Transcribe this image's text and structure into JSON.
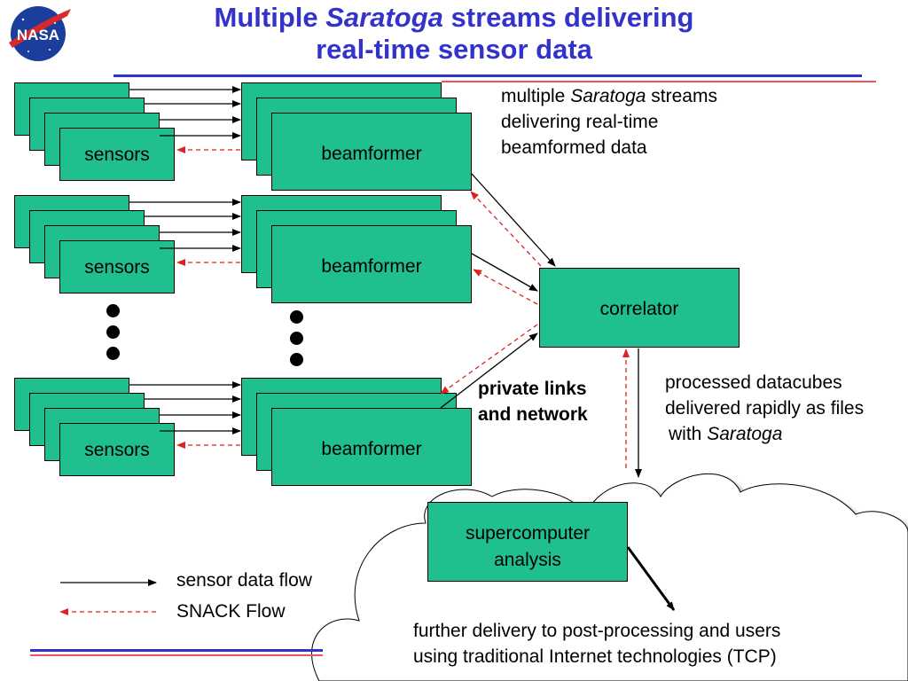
{
  "title": {
    "line1_pre": "Multiple ",
    "line1_italic": "Saratoga",
    "line1_post": " streams delivering",
    "line2": "real-time sensor data"
  },
  "logo": {
    "text": "NASA"
  },
  "groups": [
    {
      "sensor_label": "sensors",
      "beamformer_label": "beamformer"
    },
    {
      "sensor_label": "sensors",
      "beamformer_label": "beamformer"
    },
    {
      "sensor_label": "sensors",
      "beamformer_label": "beamformer"
    }
  ],
  "correlator_label": "correlator",
  "supercomputer_label_line1": "supercomputer",
  "supercomputer_label_line2": "analysis",
  "notes": {
    "streams_pre": "multiple ",
    "streams_italic": "Saratoga",
    "streams_post": " streams",
    "streams_line2": "delivering real-time",
    "streams_line3": "beamformed data",
    "private_line1": "private links",
    "private_line2": "and network",
    "datacubes_line1": "processed datacubes",
    "datacubes_line2": "delivered rapidly as files",
    "datacubes_line3_pre": "with ",
    "datacubes_line3_italic": "Saratoga",
    "further_line1": "further delivery to post-processing and users",
    "further_line2": "using traditional Internet technologies (TCP)"
  },
  "legend": {
    "solid_label": "sensor data flow",
    "dashed_label": "SNACK Flow"
  },
  "colors": {
    "box_fill": "#1fbf8f",
    "title_blue": "#3333cc",
    "snack_red": "#dd2222"
  }
}
